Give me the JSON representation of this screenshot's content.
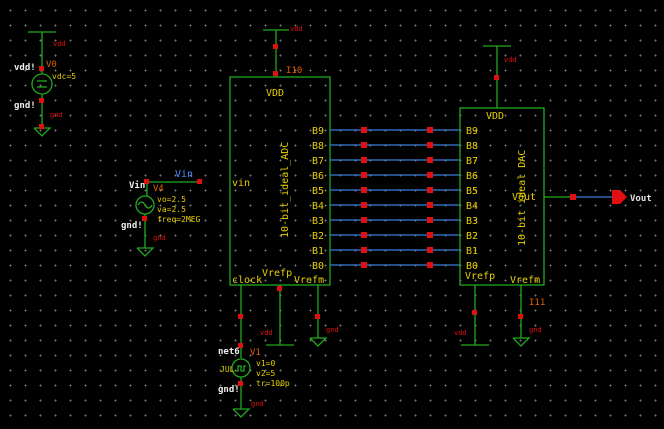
{
  "schematic": {
    "adc": {
      "instance": "I10",
      "name": "10-bit_ideal_ADC",
      "vdd_pin": "VDD",
      "input_pin": "vin",
      "clock_pin": "clock",
      "vrefp_pin": "Vrefp",
      "vrefm_pin": "Vrefm",
      "bits": [
        "B9",
        "B8",
        "B7",
        "B6",
        "B5",
        "B4",
        "B3",
        "B2",
        "B1",
        "B0"
      ]
    },
    "dac": {
      "instance": "I11",
      "name": "10-bit ideal DAC",
      "vdd_pin": "VDD",
      "output_pin": "Vout",
      "vrefp_pin": "Vrefp",
      "vrefm_pin": "Vrefm",
      "bits": [
        "B9",
        "B8",
        "B7",
        "B6",
        "B5",
        "B4",
        "B3",
        "B2",
        "B1",
        "B0"
      ]
    },
    "v0": {
      "net_top": "vdd!",
      "net_bot": "gnd!",
      "inst": "V0",
      "param": "vdc=5",
      "top_label": "vdd",
      "bot_label": "gnd"
    },
    "v4": {
      "net_top": "Vin",
      "net_bot": "gnd!",
      "inst": "V4",
      "params": [
        "vo=2.5",
        "va=2.5",
        "freq=2MEG"
      ],
      "bot_label": "gnd"
    },
    "v1": {
      "net_top": "net6",
      "net_bot": "gnd!",
      "inst": "V1",
      "params": [
        "v1=0",
        "v2=5",
        "tr=100p"
      ],
      "bot_label": "gnd"
    },
    "wire_label_vin": "Vin",
    "output_label": "Vout",
    "adc_vdd_label": "vdd",
    "dac_vdd_label": "vdd",
    "adc_vrefp_vdd": "vdd",
    "adc_vrefm_gnd": "gnd",
    "dac_vrefp_vdd": "vdd",
    "dac_vrefm_gnd": "gnd"
  }
}
